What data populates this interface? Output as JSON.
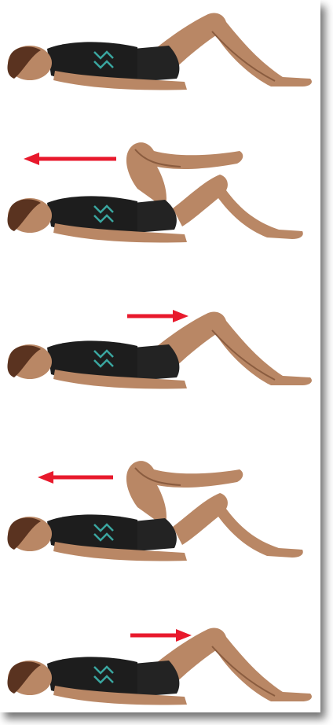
{
  "colors": {
    "background": "#ffffff",
    "arrow": "#e8192c",
    "skin": "#b98765",
    "skin_dark": "#8a5c3f",
    "top": "#1d1d1d",
    "top_pattern": "#3aa6a0",
    "shorts": "#232323",
    "hair": "#5a3320",
    "shadow": "#2a2a2a"
  },
  "steps": [
    {
      "pose": "knees-bent",
      "arrow": "none"
    },
    {
      "pose": "one-knee-to-chest",
      "arrow": "left"
    },
    {
      "pose": "knees-bent",
      "arrow": "right"
    },
    {
      "pose": "one-knee-to-chest",
      "arrow": "left"
    },
    {
      "pose": "knees-bent",
      "arrow": "right"
    }
  ]
}
